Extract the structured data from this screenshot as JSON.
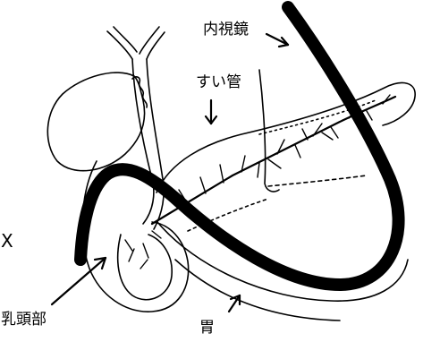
{
  "labels": {
    "endoscope": "内視鏡",
    "pancreas": "すい管",
    "papilla": "乳頭部",
    "stomach": "胃",
    "x_mark": "X"
  },
  "colors": {
    "ink": "#000000",
    "background": "#ffffff"
  }
}
